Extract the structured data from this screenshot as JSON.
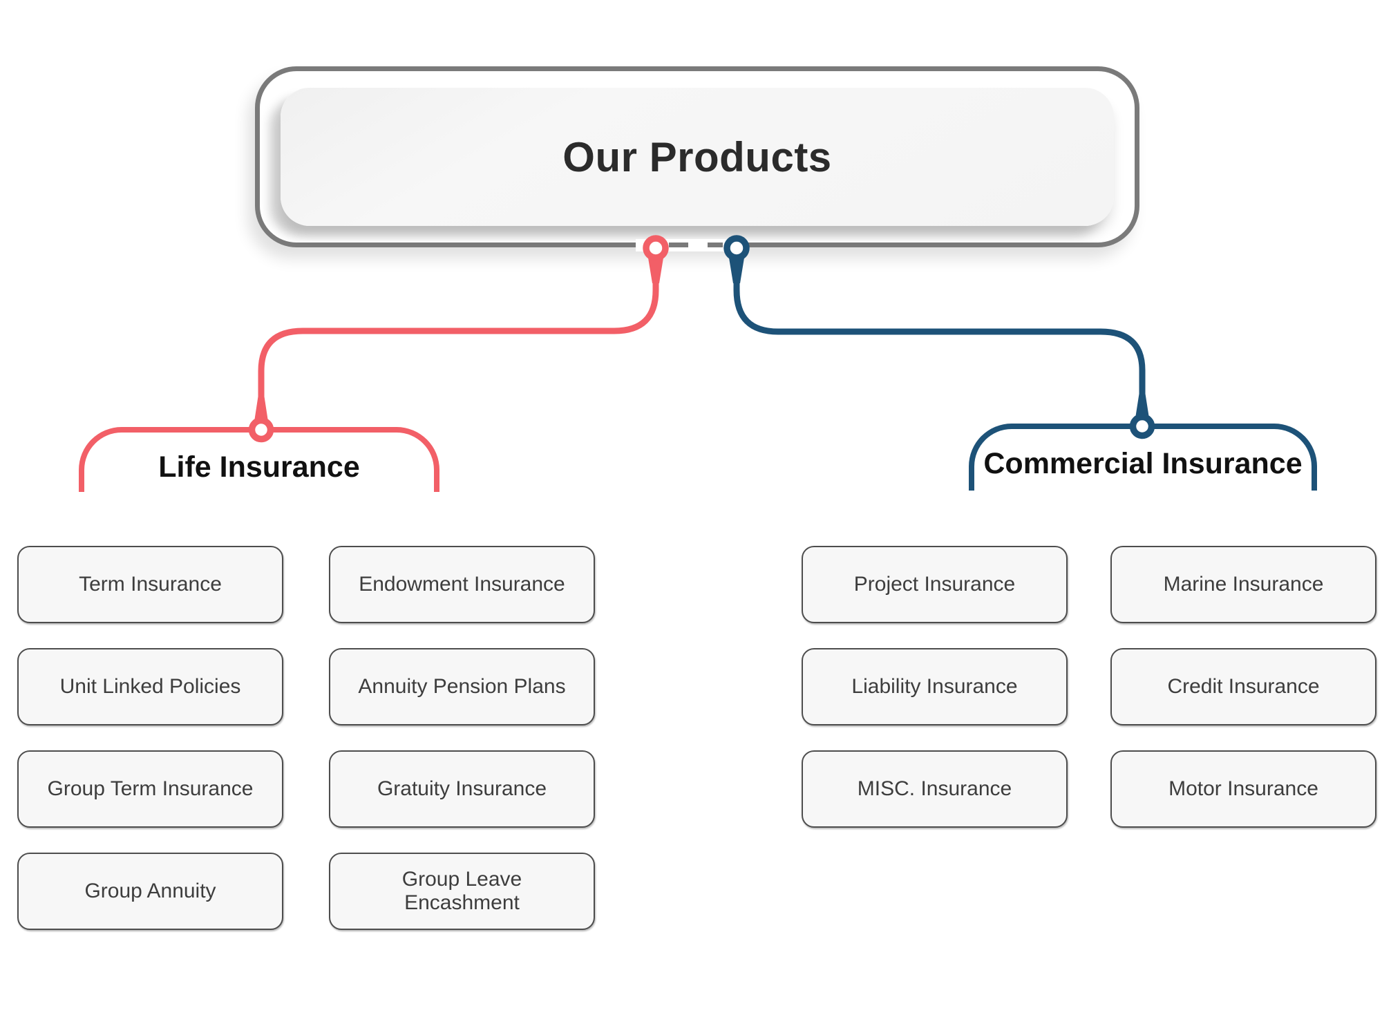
{
  "title": "Our Products",
  "colors": {
    "life": "#f25f67",
    "commercial": "#1d5278",
    "frame": "#7a7a7a",
    "box-border": "#4d4d4d",
    "box-bg": "#f7f7f7",
    "panel-bg": "#f6f6f6",
    "title-text": "#2b2b2b",
    "group-text": "#111111",
    "product-text": "#3d3d3d"
  },
  "groups": [
    {
      "id": "life",
      "label": "Life Insurance",
      "items": [
        "Term Insurance",
        "Endowment Insurance",
        "Unit Linked Policies",
        "Annuity Pension Plans",
        "Group Term Insurance",
        "Gratuity Insurance",
        "Group Annuity",
        "Group Leave Encashment"
      ]
    },
    {
      "id": "commercial",
      "label": "Commercial Insurance",
      "items": [
        "Project Insurance",
        "Marine Insurance",
        "Liability Insurance",
        "Credit Insurance",
        "MISC. Insurance",
        "Motor Insurance"
      ]
    }
  ]
}
